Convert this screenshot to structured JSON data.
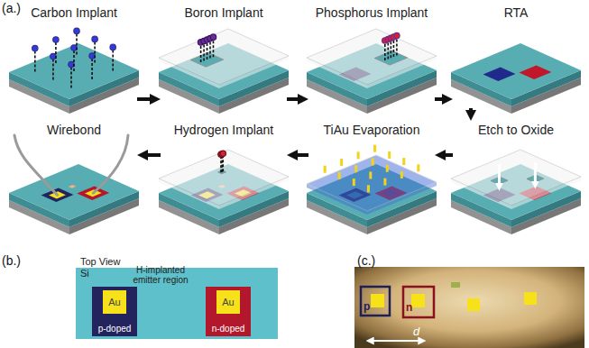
{
  "diagram": {
    "nodes": [
      {
        "text": [
          "Carbon Implant"
        ]
      },
      {
        "text": [
          "Boron Implant"
        ]
      },
      {
        "text": [
          "Phosphorus Implant"
        ]
      },
      {
        "text": [
          "RTA"
        ]
      },
      {
        "text": [
          "Etch to Oxide"
        ]
      },
      {
        "text": [
          "TiAu Evaporation"
        ]
      },
      {
        "text": [
          "Hydrogen Implant"
        ]
      },
      {
        "text": [
          "Wirebond"
        ]
      },
      {
        "text": [
          "Top View",
          "Si"
        ]
      },
      {
        "text": [
          "p-doped"
        ],
        "in": 8
      },
      {
        "text": [
          "Au"
        ],
        "in": 9
      },
      {
        "text": [
          "n-doped"
        ],
        "in": 8
      },
      {
        "text": [
          "Au"
        ],
        "in": 11
      }
    ],
    "edges": [
      {
        "from": 0,
        "to": 1,
        "arrow": "to"
      },
      {
        "from": 1,
        "to": 2,
        "arrow": "to"
      },
      {
        "from": 2,
        "to": 3,
        "arrow": "to"
      },
      {
        "from": 3,
        "to": 4,
        "arrow": "to"
      },
      {
        "from": 4,
        "to": 5,
        "arrow": "to"
      },
      {
        "from": 5,
        "to": 6,
        "arrow": "to"
      },
      {
        "from": 6,
        "to": 7,
        "arrow": "to"
      }
    ],
    "labels": [
      "(a.)",
      "(b.)",
      "(c.)",
      "H-implanted emitter region",
      "p",
      "n",
      "d"
    ]
  }
}
